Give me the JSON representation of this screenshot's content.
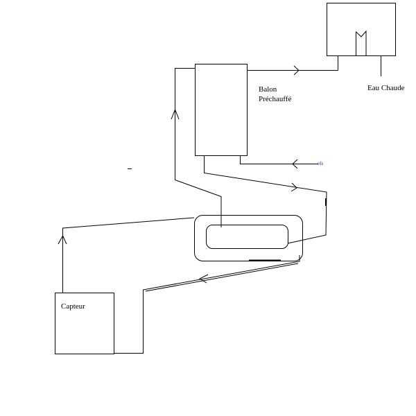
{
  "labels": {
    "balon_line1": "Balon",
    "balon_line2": "Préchauffé",
    "eau_chaude": "Eau Chaude",
    "capteur": "Capteur",
    "efs": "efs"
  },
  "colors": {
    "stroke": "#000000",
    "background": "#ffffff",
    "efs_label": "#1a2a9a"
  }
}
